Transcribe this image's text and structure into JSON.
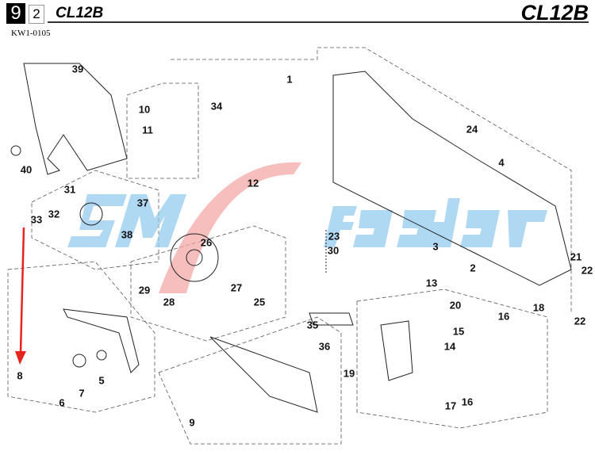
{
  "header": {
    "page_number": "9",
    "sub_number": "2",
    "title_left": "CL12B",
    "title_right": "CL12B",
    "doc_code": "KW1-0105"
  },
  "watermark": {
    "text": "SMfeeder"
  },
  "colors": {
    "arrow": "#e8231f",
    "watermark_blue": "#8ec8ee",
    "watermark_red": "#f4a3a3"
  },
  "callouts": [
    "39",
    "1",
    "10",
    "34",
    "11",
    "24",
    "4",
    "40",
    "12",
    "31",
    "37",
    "32",
    "33",
    "38",
    "23",
    "26",
    "30",
    "3",
    "2",
    "21",
    "22",
    "27",
    "13",
    "29",
    "25",
    "20",
    "18",
    "28",
    "15",
    "16",
    "22",
    "35",
    "14",
    "36",
    "8",
    "5",
    "7",
    "19",
    "6",
    "17",
    "16",
    "9"
  ]
}
